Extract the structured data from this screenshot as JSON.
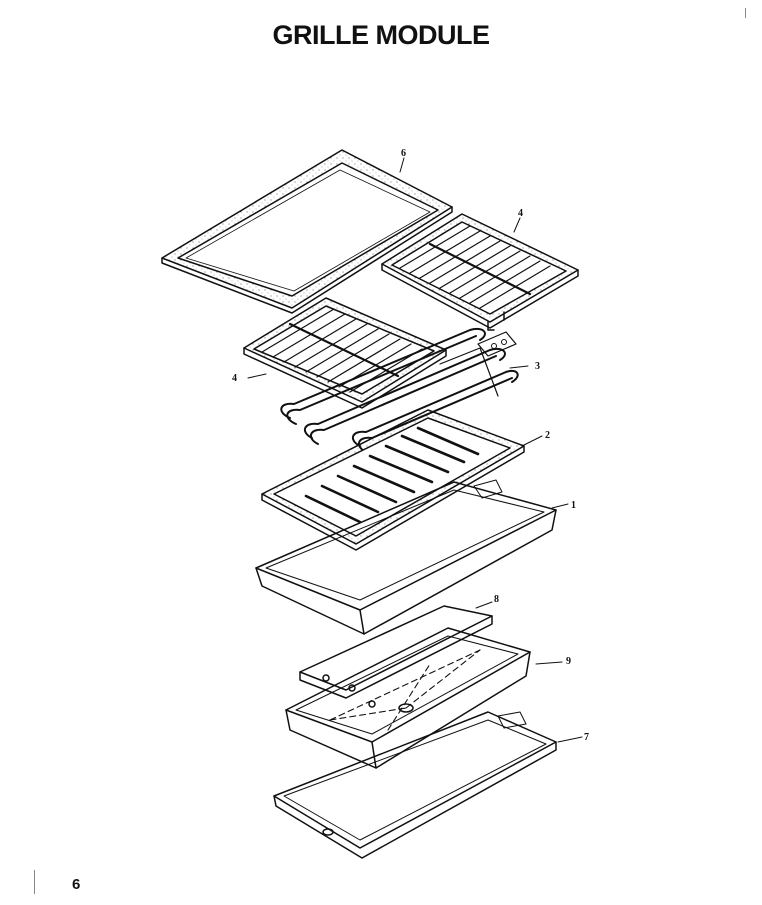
{
  "title": "GRILLE MODULE",
  "page_number": "6",
  "callouts": {
    "c1": "1",
    "c2": "2",
    "c3": "3",
    "c4_upper": "4",
    "c4_lower": "4",
    "c6": "6",
    "c7": "7",
    "c8": "8",
    "c9": "9"
  }
}
